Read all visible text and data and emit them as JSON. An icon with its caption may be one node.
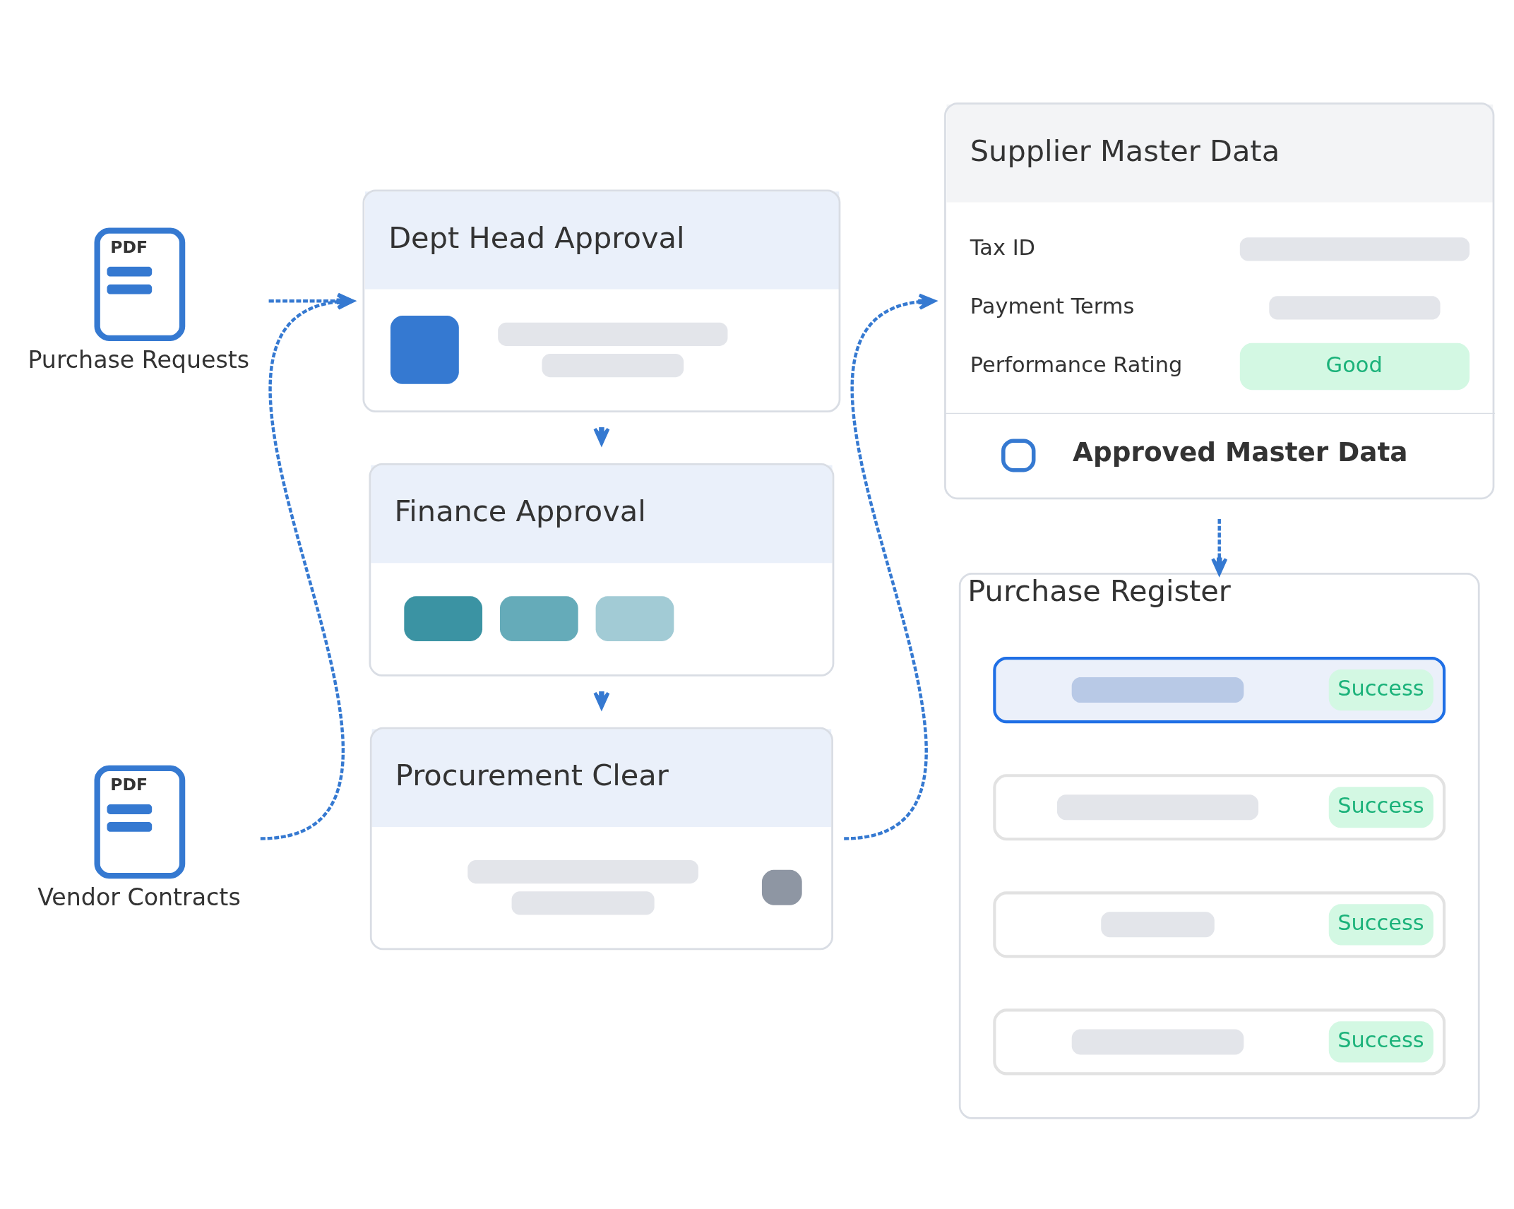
{
  "diagram": {
    "nodes": [
      {
        "text": [
          "PDF",
          "Purchase Requests"
        ]
      },
      {
        "text": [
          "PDF",
          "Vendor Contracts"
        ]
      },
      {
        "text": [
          "Dept Head Approval"
        ]
      },
      {
        "text": [
          "Finance Approval"
        ]
      },
      {
        "text": [
          "Procurement Clear"
        ]
      },
      {
        "text": [
          "Supplier Master Data",
          "Tax ID",
          "Payment Terms",
          "Performance Rating",
          "Good",
          "Approved Master Data"
        ]
      },
      {
        "text": [
          "Purchase Register"
        ]
      },
      {
        "text": [
          "Success"
        ],
        "in": 6
      },
      {
        "text": [
          "Success"
        ],
        "in": 6
      },
      {
        "text": [
          "Success"
        ],
        "in": 6
      },
      {
        "text": [
          "Success"
        ],
        "in": 6
      }
    ],
    "edges": [
      {
        "from": 0,
        "to": 2,
        "arrow": "to",
        "style": "dashed"
      },
      {
        "from": 1,
        "to": 2,
        "arrow": "to",
        "style": "dashed"
      },
      {
        "from": 2,
        "to": 3,
        "arrow": "to",
        "style": "dashed"
      },
      {
        "from": 3,
        "to": 4,
        "arrow": "to",
        "style": "dashed"
      },
      {
        "from": 4,
        "to": 5,
        "arrow": "to",
        "style": "dashed"
      },
      {
        "from": 5,
        "to": 6,
        "arrow": "to",
        "style": "dashed"
      }
    ]
  }
}
